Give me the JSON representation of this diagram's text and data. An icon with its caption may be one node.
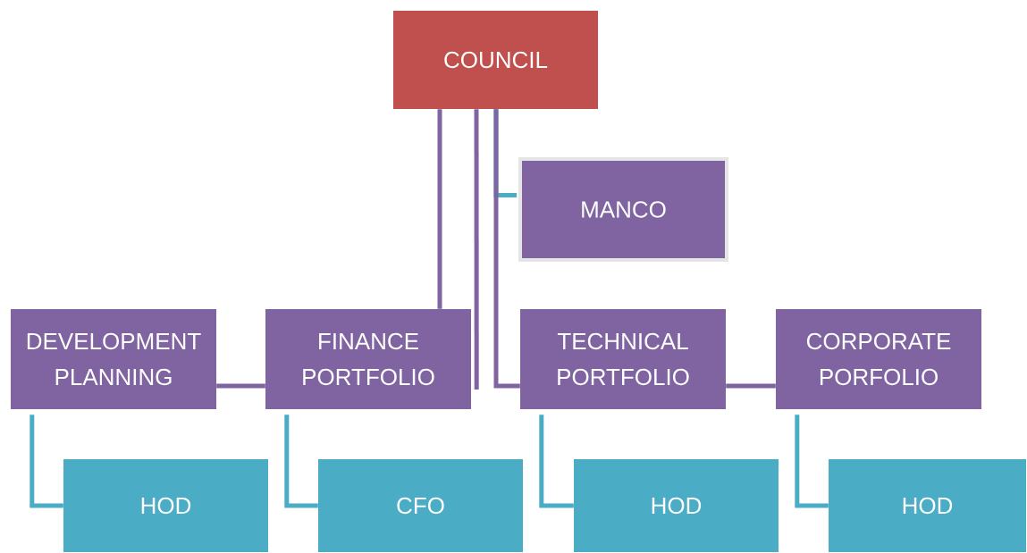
{
  "diagram": {
    "nodes": [
      {
        "text": [
          "COUNCIL"
        ]
      },
      {
        "text": [
          "MANCO"
        ]
      },
      {
        "text": [
          "DEVELOPMENT PLANNING"
        ]
      },
      {
        "text": [
          "FINANCE PORTFOLIO"
        ]
      },
      {
        "text": [
          "TECHNICAL PORTFOLIO"
        ]
      },
      {
        "text": [
          "CORPORATE PORFOLIO"
        ]
      },
      {
        "text": [
          "HOD"
        ]
      },
      {
        "text": [
          "CFO"
        ]
      },
      {
        "text": [
          "HOD"
        ]
      },
      {
        "text": [
          "HOD"
        ]
      }
    ],
    "edges": [
      {
        "from": 0,
        "to": 3,
        "arrow": "none"
      },
      {
        "from": 0,
        "to": 3,
        "arrow": "none"
      },
      {
        "from": 0,
        "to": 4,
        "arrow": "none"
      },
      {
        "from": 0,
        "to": 1,
        "arrow": "none",
        "color": "#4bacc6"
      },
      {
        "from": 2,
        "to": 3,
        "arrow": "none"
      },
      {
        "from": 4,
        "to": 5,
        "arrow": "none"
      },
      {
        "from": 2,
        "to": 6,
        "arrow": "none",
        "color": "#4bacc6"
      },
      {
        "from": 3,
        "to": 7,
        "arrow": "none",
        "color": "#4bacc6"
      },
      {
        "from": 4,
        "to": 8,
        "arrow": "none",
        "color": "#4bacc6"
      },
      {
        "from": 5,
        "to": 9,
        "arrow": "none",
        "color": "#4bacc6"
      }
    ]
  }
}
